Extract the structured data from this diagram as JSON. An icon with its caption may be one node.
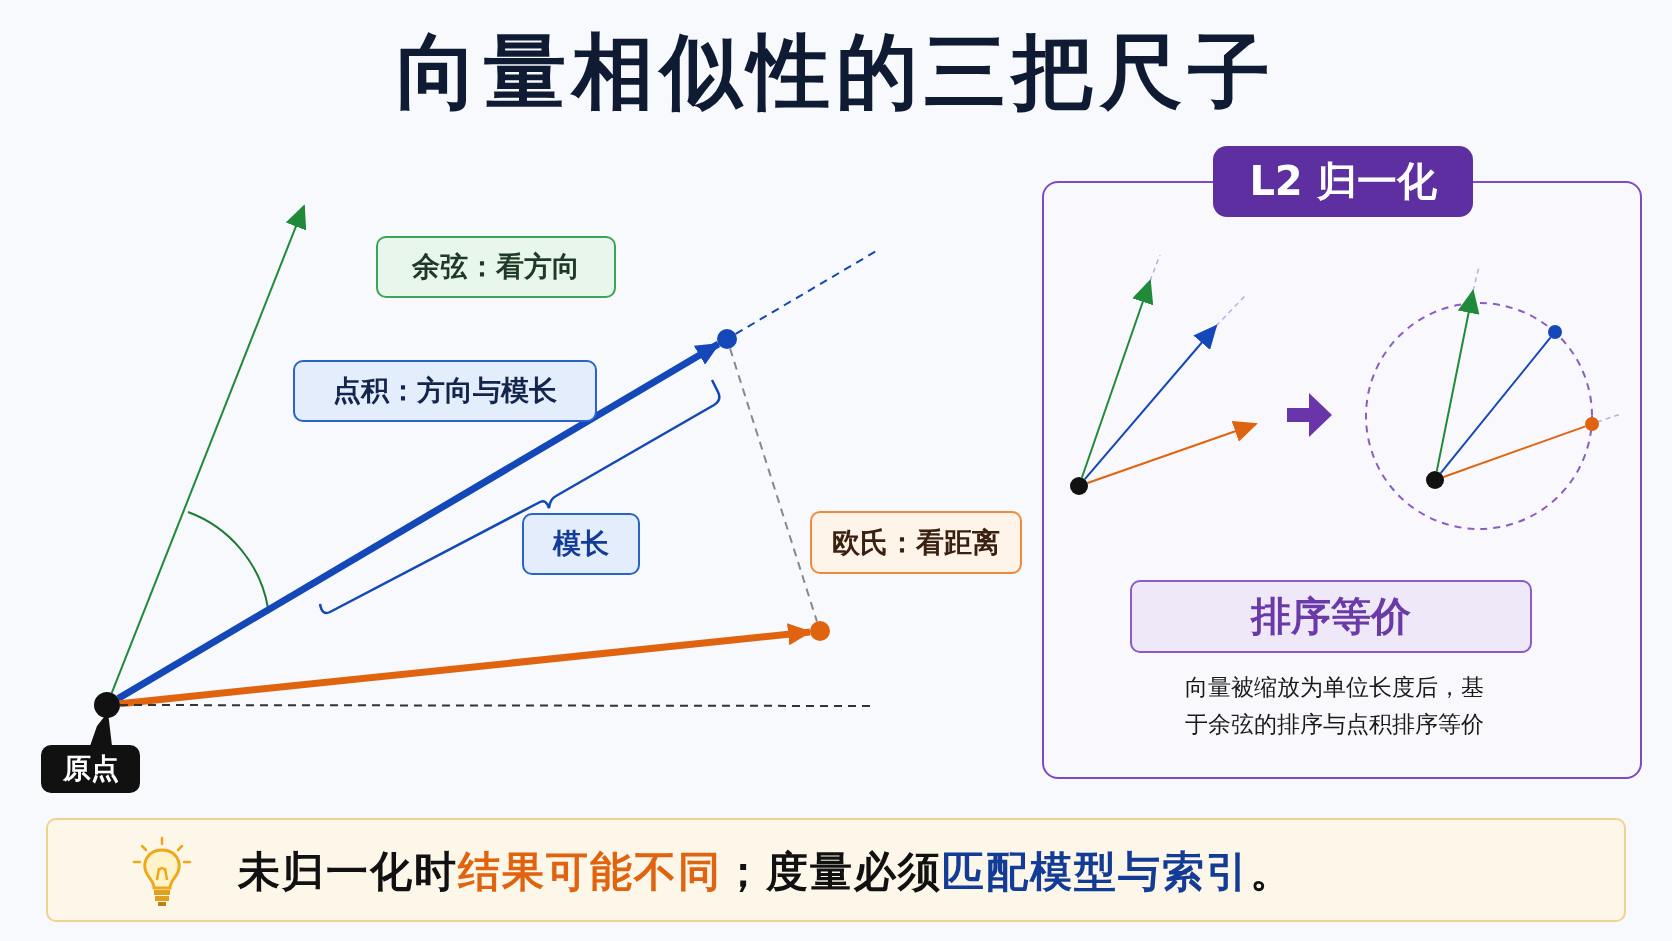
{
  "diagram": {
    "title": "向量相似性的三把尺子",
    "nodes": [
      {
        "text": [
          "余弦：看方向"
        ]
      },
      {
        "text": [
          "点积：方向与模长"
        ]
      },
      {
        "text": [
          "模长"
        ]
      },
      {
        "text": [
          "欧氏：看距离"
        ]
      },
      {
        "text": [
          "原点"
        ]
      },
      {
        "text": [],
        "shape": "circle"
      },
      {
        "text": [],
        "shape": "circle"
      },
      {
        "text": [],
        "shape": "circle"
      },
      {
        "text": [
          "L2 归一化"
        ]
      },
      {
        "text": [],
        "shape": "circle",
        "in": 8
      },
      {
        "text": [],
        "shape": "circle",
        "in": 8
      },
      {
        "text": [],
        "shape": "circle",
        "in": 8
      },
      {
        "text": [],
        "shape": "circle",
        "in": 8
      },
      {
        "text": [
          "排序等价"
        ],
        "in": 8
      },
      {
        "text": [
          "未归一化时",
          "结果可能不同",
          "；度量必须",
          "匹配模型与索引",
          "。"
        ]
      }
    ],
    "edges": [
      {
        "from": 5,
        "to": null,
        "arrow": "to",
        "color": "#1e8a3a"
      },
      {
        "from": 5,
        "to": 6,
        "arrow": "to",
        "style": "thick",
        "color": "#1447b8"
      },
      {
        "from": 5,
        "to": 7,
        "arrow": "to",
        "style": "thick",
        "color": "#e0640f"
      },
      {
        "from": 6,
        "to": 7,
        "arrow": "none",
        "style": "dashed",
        "color": "#888888"
      },
      {
        "from": 6,
        "to": null,
        "arrow": "none",
        "style": "dashed",
        "color": "#1447b8"
      },
      {
        "from": 5,
        "to": null,
        "arrow": "none",
        "style": "dashed",
        "color": "#333333"
      },
      {
        "from": 9,
        "to": null,
        "arrow": "to",
        "color": "#1e8a3a"
      },
      {
        "from": 9,
        "to": null,
        "arrow": "to",
        "color": "#1447b8"
      },
      {
        "from": 9,
        "to": null,
        "arrow": "to",
        "color": "#e0640f"
      },
      {
        "from": 10,
        "to": null,
        "arrow": "to",
        "color": "#1e8a3a"
      },
      {
        "from": 10,
        "to": 11,
        "arrow": "none",
        "color": "#1447b8"
      },
      {
        "from": 10,
        "to": 12,
        "arrow": "none",
        "color": "#e0640f"
      }
    ],
    "labels": [
      "向量被缩放为单位长度后，基于余弦的排序与点积排序等价"
    ]
  }
}
